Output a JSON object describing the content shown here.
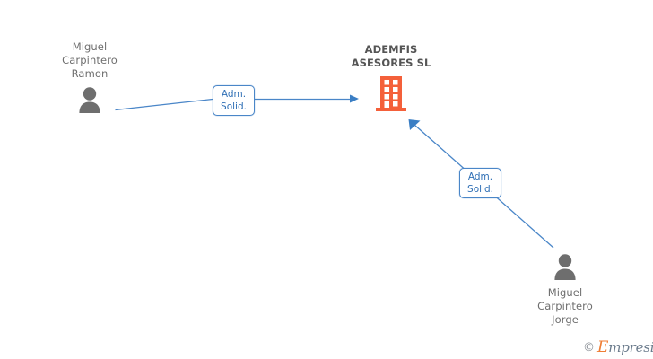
{
  "diagram": {
    "title_text": "ADEMFIS ASESORES SL",
    "background_color": "#ffffff",
    "edge_color": "#4a86c8",
    "person_color": "#6e6e6e",
    "company_color": "#f4603a",
    "label_text_color": "#2f6fb5"
  },
  "nodes": {
    "person_left": {
      "name": "Miguel\nCarpintero\nRamon",
      "icon": "person-icon"
    },
    "company": {
      "name": "ADEMFIS\nASESORES SL",
      "icon": "building-icon"
    },
    "person_bottom_right": {
      "name": "Miguel\nCarpintero\nJorge",
      "icon": "person-icon"
    }
  },
  "edges": [
    {
      "id": "edge-ramon-to-company",
      "from": "person_left",
      "to": "company",
      "label_line1": "Adm.",
      "label_line2": "Solid."
    },
    {
      "id": "edge-jorge-to-company",
      "from": "person_bottom_right",
      "to": "company",
      "label_line1": "Adm.",
      "label_line2": "Solid."
    }
  ],
  "watermark": {
    "copyright": "©",
    "brand_initial": "E",
    "brand_rest": "mpresia"
  }
}
